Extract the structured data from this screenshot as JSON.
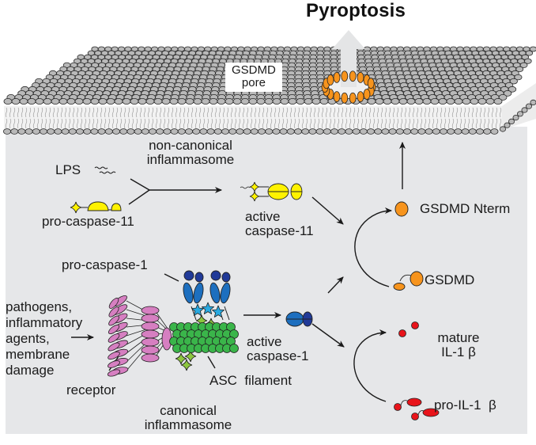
{
  "title": "Pyroptosis",
  "colors": {
    "cytoplasm": "#e6e7e9",
    "membrane_head": "#b9b9b9",
    "membrane_outline": "#2a2a2a",
    "tail": "#a8a8a8",
    "caspase11": "#fff200",
    "caspase1_light": "#1d6fbf",
    "caspase1_dark": "#213a98",
    "caspase1_card": "#29a9e0",
    "asc_pyd": "#3ab54a",
    "asc_card": "#8dc63f",
    "receptor": "#d67fc1",
    "gsdmd": "#f7941d",
    "il1b": "#e8141b",
    "arrow_big": "#e4e5e6"
  },
  "membrane": {
    "pore_label_line1": "GSDMD",
    "pore_label_line2": "pore"
  },
  "labels": {
    "non_canonical_line1": "non-canonical",
    "non_canonical_line2": "inflammasome",
    "lps": "LPS",
    "pro_caspase_11": "pro-caspase-11",
    "active_caspase_11_line1": "active",
    "active_caspase_11_line2": "caspase-11",
    "gsdmd_nterm": "GSDMD  Nterm",
    "gsdmd": "GSDMD",
    "pro_caspase_1": "pro-caspase-1",
    "triggers_line1": "pathogens,",
    "triggers_line2": "inflammatory",
    "triggers_line3": "agents,",
    "triggers_line4": "membrane",
    "triggers_line5": "damage",
    "receptor": "receptor",
    "asc_filament": "ASC  filament",
    "active_caspase_1_line1": "active",
    "active_caspase_1_line2": "caspase-1",
    "mature_il1b_line1": "mature",
    "mature_il1b_line2": "IL-1 β",
    "pro_il1b": "pro-IL-1  β",
    "canonical_line1": "canonical",
    "canonical_line2": "inflammasome"
  }
}
